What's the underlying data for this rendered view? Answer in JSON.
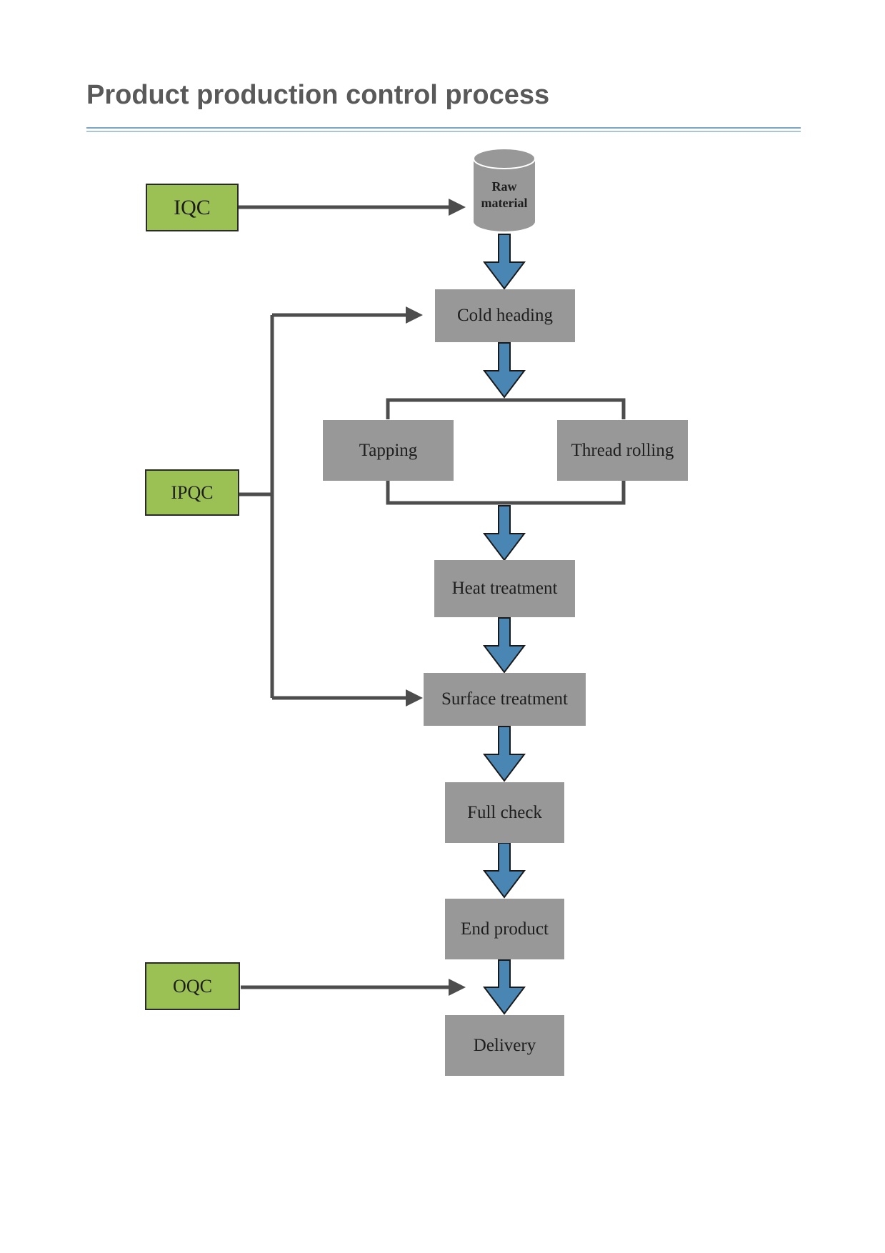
{
  "title": "Product production control process",
  "colors": {
    "process_box": "#989898",
    "qc_box": "#9bc154",
    "flow_arrow": "#4a86b4",
    "connector": "#4d4d4d",
    "title_rule": "#7aa6c2"
  },
  "qc_stages": {
    "iqc": "IQC",
    "ipqc": "IPQC",
    "oqc": "OQC"
  },
  "process": {
    "raw_material": "Raw material",
    "cold_heading": "Cold heading",
    "tapping": "Tapping",
    "thread_rolling": "Thread rolling",
    "heat_treatment": "Heat treatment",
    "surface_treatment": "Surface treatment",
    "full_check": "Full check",
    "end_product": "End product",
    "delivery": "Delivery"
  }
}
